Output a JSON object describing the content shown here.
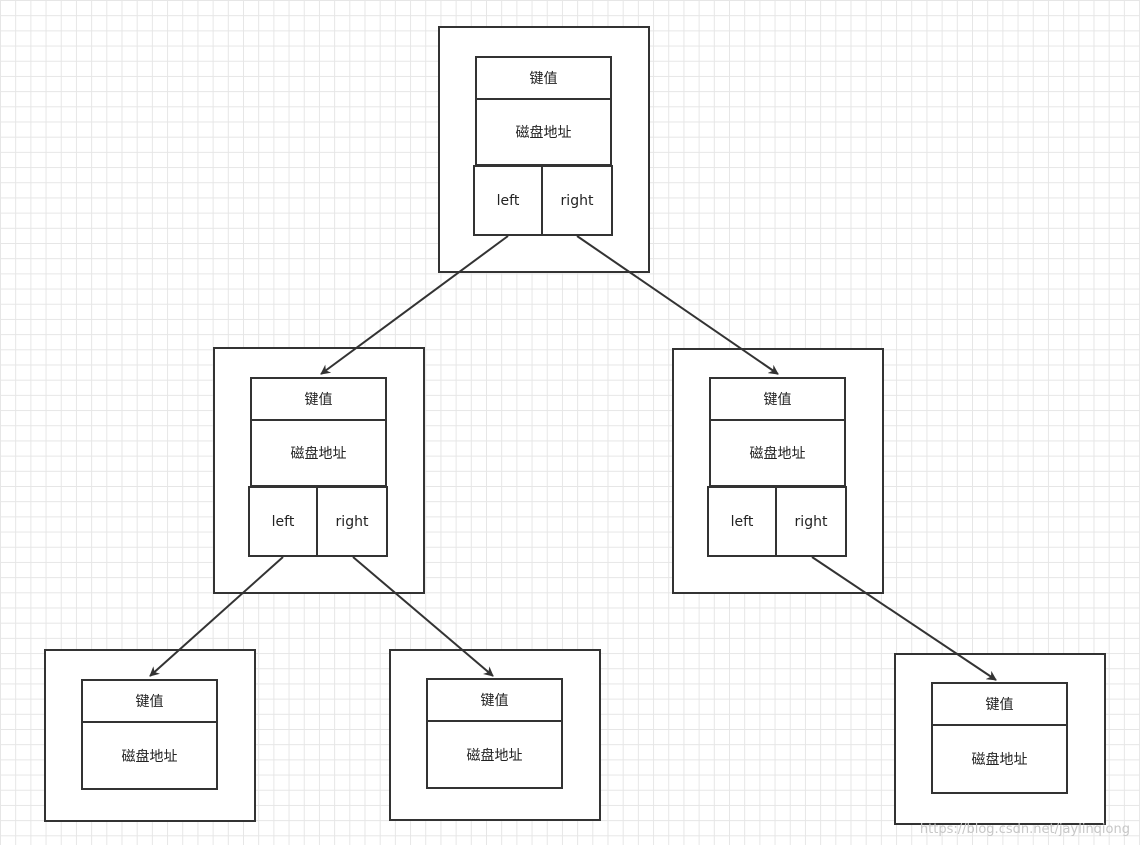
{
  "nodes": [
    {
      "id": "root",
      "key_label": "键值",
      "addr_label": "磁盘地址",
      "left_label": "left",
      "right_label": "right"
    },
    {
      "id": "l",
      "key_label": "键值",
      "addr_label": "磁盘地址",
      "left_label": "left",
      "right_label": "right"
    },
    {
      "id": "r",
      "key_label": "键值",
      "addr_label": "磁盘地址",
      "left_label": "left",
      "right_label": "right"
    },
    {
      "id": "ll",
      "key_label": "键值",
      "addr_label": "磁盘地址"
    },
    {
      "id": "lr",
      "key_label": "键值",
      "addr_label": "磁盘地址"
    },
    {
      "id": "rr",
      "key_label": "键值",
      "addr_label": "磁盘地址"
    }
  ],
  "edges": [
    {
      "from": "root.left",
      "to": "l"
    },
    {
      "from": "root.right",
      "to": "r"
    },
    {
      "from": "l.left",
      "to": "ll"
    },
    {
      "from": "l.right",
      "to": "lr"
    },
    {
      "from": "r.right",
      "to": "rr"
    }
  ],
  "watermark": "https://blog.csdn.net/jaylinqiong",
  "colors": {
    "stroke": "#333333",
    "grid": "#e6e6e6",
    "background": "#ffffff"
  }
}
